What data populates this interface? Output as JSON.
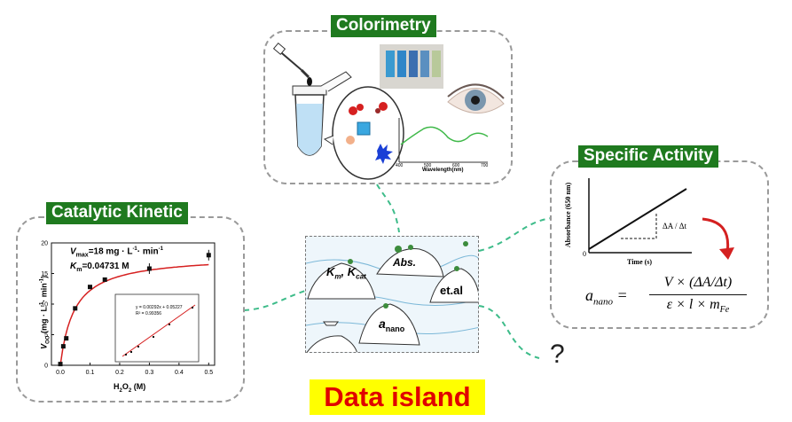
{
  "panels": {
    "colorimetry": {
      "title": "Colorimetry",
      "spectrum_xlabel": "Wavelength(nm)",
      "spectrum_ticks": [
        "400",
        "500",
        "600",
        "700"
      ]
    },
    "catalytic": {
      "title": "Catalytic Kinetic",
      "vmax_label": "V",
      "vmax_sub": "max",
      "vmax_value": "=18 mg · L",
      "vmax_unit_tail": "· min",
      "km_label": "K",
      "km_sub": "m",
      "km_value": "=0.04731 M",
      "ylabel": "V",
      "ylabel_sub": "OO",
      "ylabel_rest": "(mg · L",
      "ylabel_rest2": "· min",
      "xlabel": "H",
      "xlabel_rest": "O",
      "xlabel_unit": "(M)",
      "inset_equation": "y = 0.00292x + 0.05227",
      "inset_r2": "R² = 0.99356"
    },
    "specific": {
      "title": "Specific Activity",
      "ylabel": "Absorbance (650 nm)",
      "xlabel": "Time (s)",
      "origin": "0",
      "delta_label": "ΔA / Δt",
      "formula_lhs": "a",
      "formula_lhs_sub": "nano",
      "formula_numerator": "V × (ΔA/Δt)",
      "formula_denominator": "ε × l × m",
      "formula_den_sub": "Fe"
    },
    "island": {
      "label_km": "K",
      "label_km_sub": "m",
      "label_kcat": "K",
      "label_kcat_sub": "cat",
      "label_abs": "Abs.",
      "label_etal": "et.al",
      "label_anano": "a",
      "label_anano_sub": "nano"
    }
  },
  "chart_data": {
    "type": "scatter",
    "title": "",
    "xlabel": "H2O2 (M)",
    "ylabel": "VOO (mg · L-1 · min-1)",
    "xlim": [
      -0.03,
      0.52
    ],
    "ylim": [
      0,
      20
    ],
    "xticks": [
      0.0,
      0.1,
      0.2,
      0.3,
      0.4,
      0.5
    ],
    "yticks": [
      0,
      5,
      10,
      15,
      20
    ],
    "series": [
      {
        "x": [
          0.0,
          0.01,
          0.02,
          0.05,
          0.1,
          0.15,
          0.3,
          0.5
        ],
        "y": [
          0.2,
          3.1,
          4.4,
          9.3,
          12.8,
          14.0,
          15.8,
          18.0
        ]
      }
    ],
    "fit": {
      "model": "Michaelis-Menten",
      "vmax": 18,
      "km": 0.04731
    }
  },
  "banner": {
    "text": "Data island"
  },
  "question": "?"
}
